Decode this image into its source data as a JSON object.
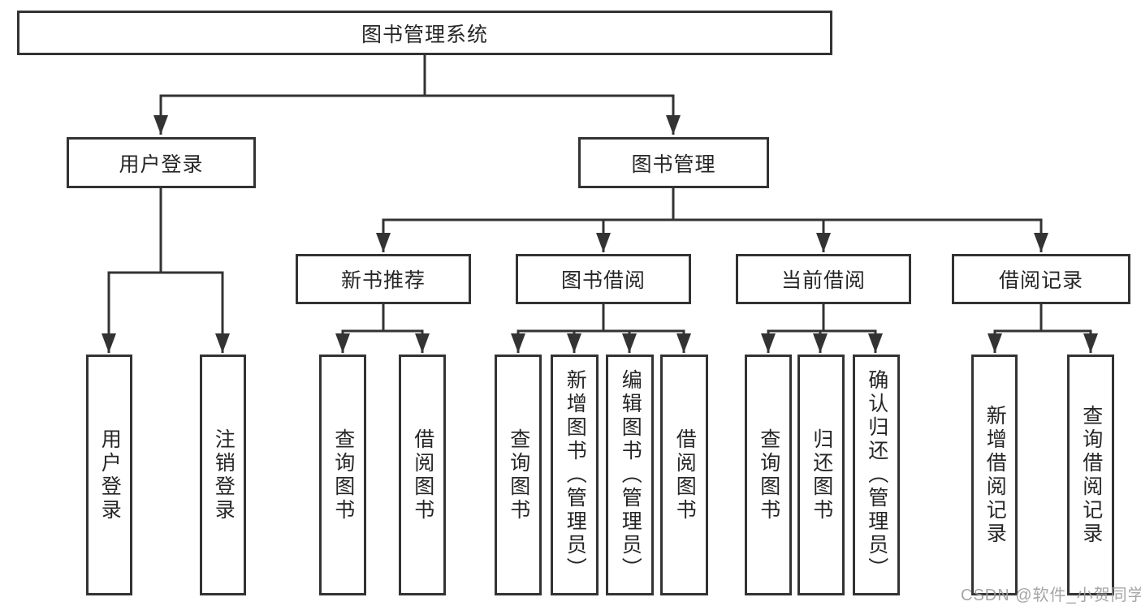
{
  "tree": {
    "root": "图书管理系统",
    "children": [
      {
        "label": "用户登录",
        "leaves": [
          "用户登录",
          "注销登录"
        ]
      },
      {
        "label": "图书管理",
        "children": [
          {
            "label": "新书推荐",
            "leaves": [
              "查询图书",
              "借阅图书"
            ]
          },
          {
            "label": "图书借阅",
            "leaves": [
              "查询图书",
              "新增图书（管理员）",
              "编辑图书（管理员）",
              "借阅图书"
            ]
          },
          {
            "label": "当前借阅",
            "leaves": [
              "查询图书",
              "归还图书",
              "确认归还（管理员）"
            ]
          },
          {
            "label": "借阅记录",
            "leaves": [
              "新增借阅记录",
              "查询借阅记录"
            ]
          }
        ]
      }
    ]
  },
  "watermark": {
    "text": "CSDN @软件_小贺同学"
  },
  "style": {
    "line_color": "#333333",
    "text_color": "#262626",
    "watermark_color": "#9e9e9e",
    "background": "#ffffff"
  }
}
